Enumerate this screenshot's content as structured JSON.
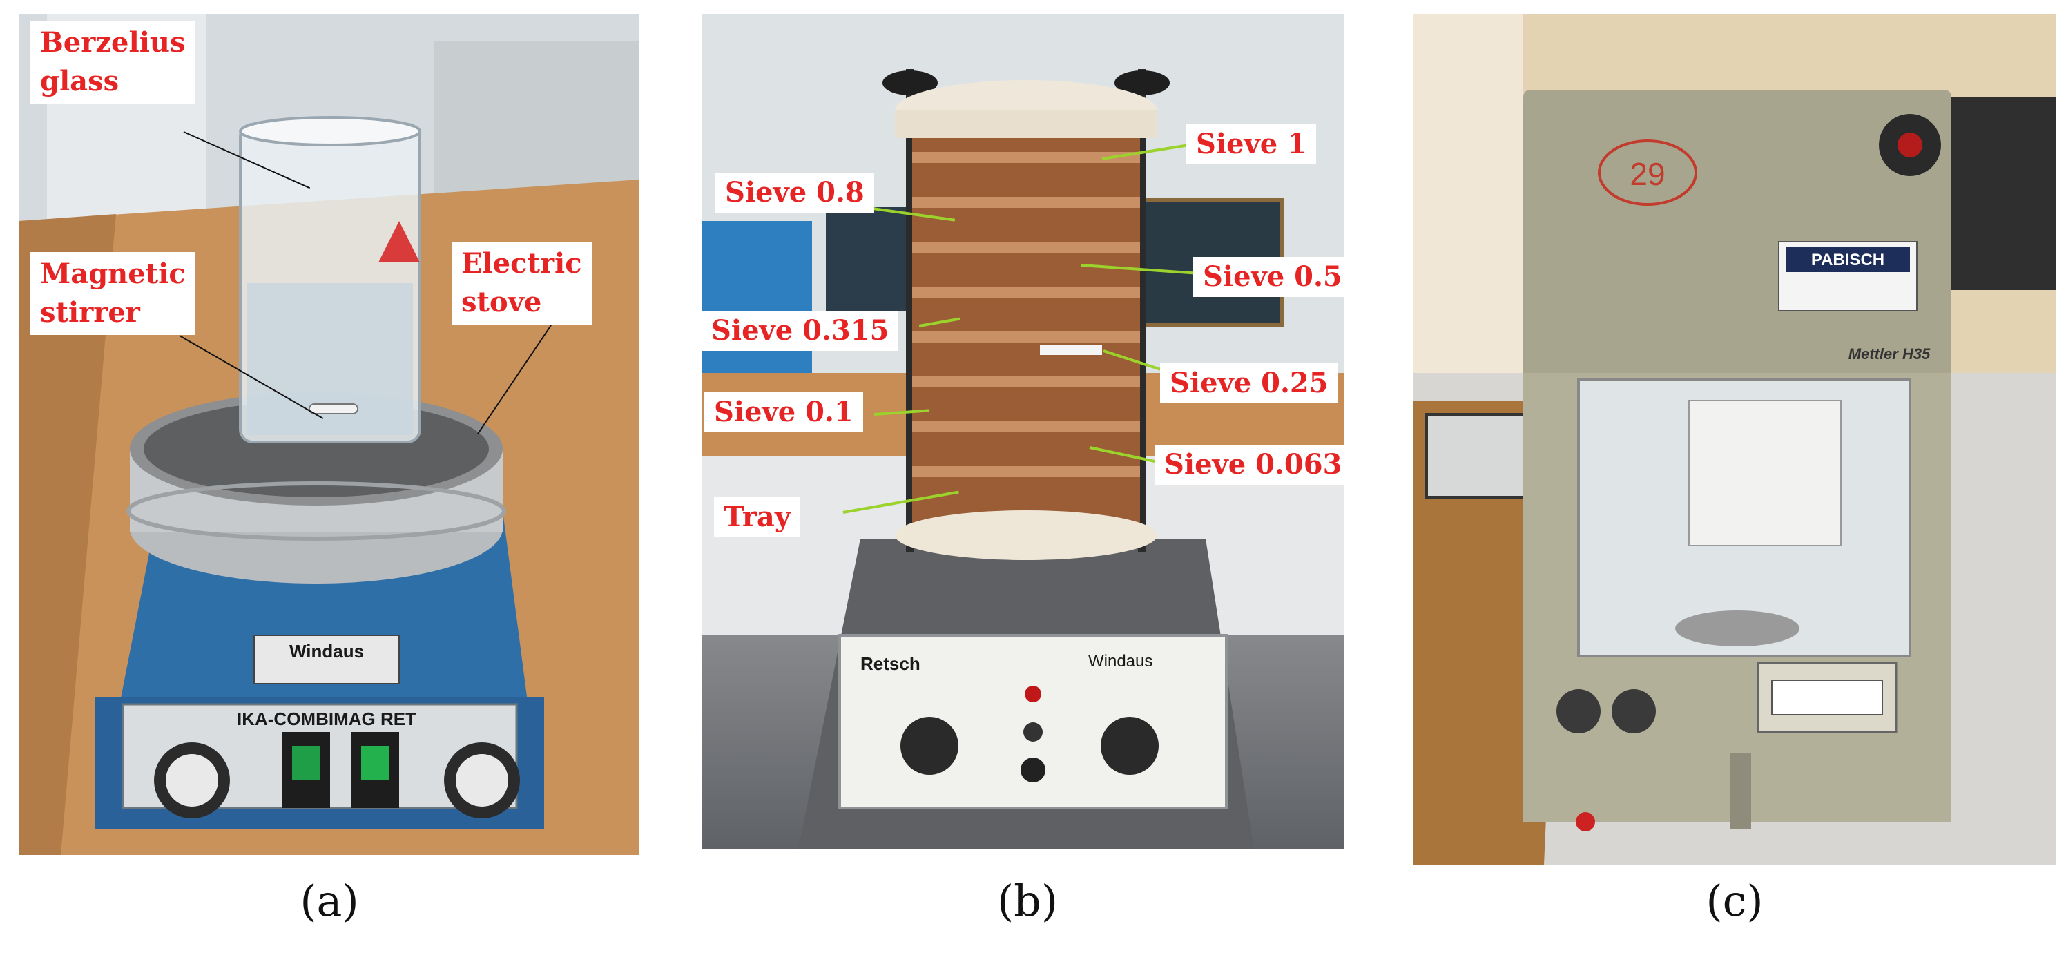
{
  "figure": {
    "panel_a": {
      "caption": "(a)",
      "labels": {
        "berzelius_glass": [
          "Berzelius",
          "glass"
        ],
        "magnetic_stirrer": [
          "Magnetic",
          "stirrer"
        ],
        "electric_stove": [
          "Electric",
          "stove"
        ]
      },
      "device_brand": "Windaus",
      "device_model": "IKA-COMBIMAG RET"
    },
    "panel_b": {
      "caption": "(b)",
      "labels": {
        "sieve_1": "Sieve 1",
        "sieve_0_8": "Sieve 0.8",
        "sieve_0_5": "Sieve 0.5",
        "sieve_0_315": "Sieve 0.315",
        "sieve_0_25": "Sieve 0.25",
        "sieve_0_1": "Sieve 0.1",
        "sieve_0_063": "Sieve 0.063",
        "tray": "Tray"
      },
      "device_brand": "Retsch",
      "device_vendor": "Windaus"
    },
    "panel_c": {
      "caption": "(c)",
      "brand_label": "PABISCH",
      "model_label": "Mettler H35",
      "handwritten_number": "29"
    },
    "colors": {
      "label_text": "#e62424",
      "label_background": "#ffffff",
      "leader_line_a": "#111111",
      "leader_line_b": "#9bd22b"
    }
  }
}
